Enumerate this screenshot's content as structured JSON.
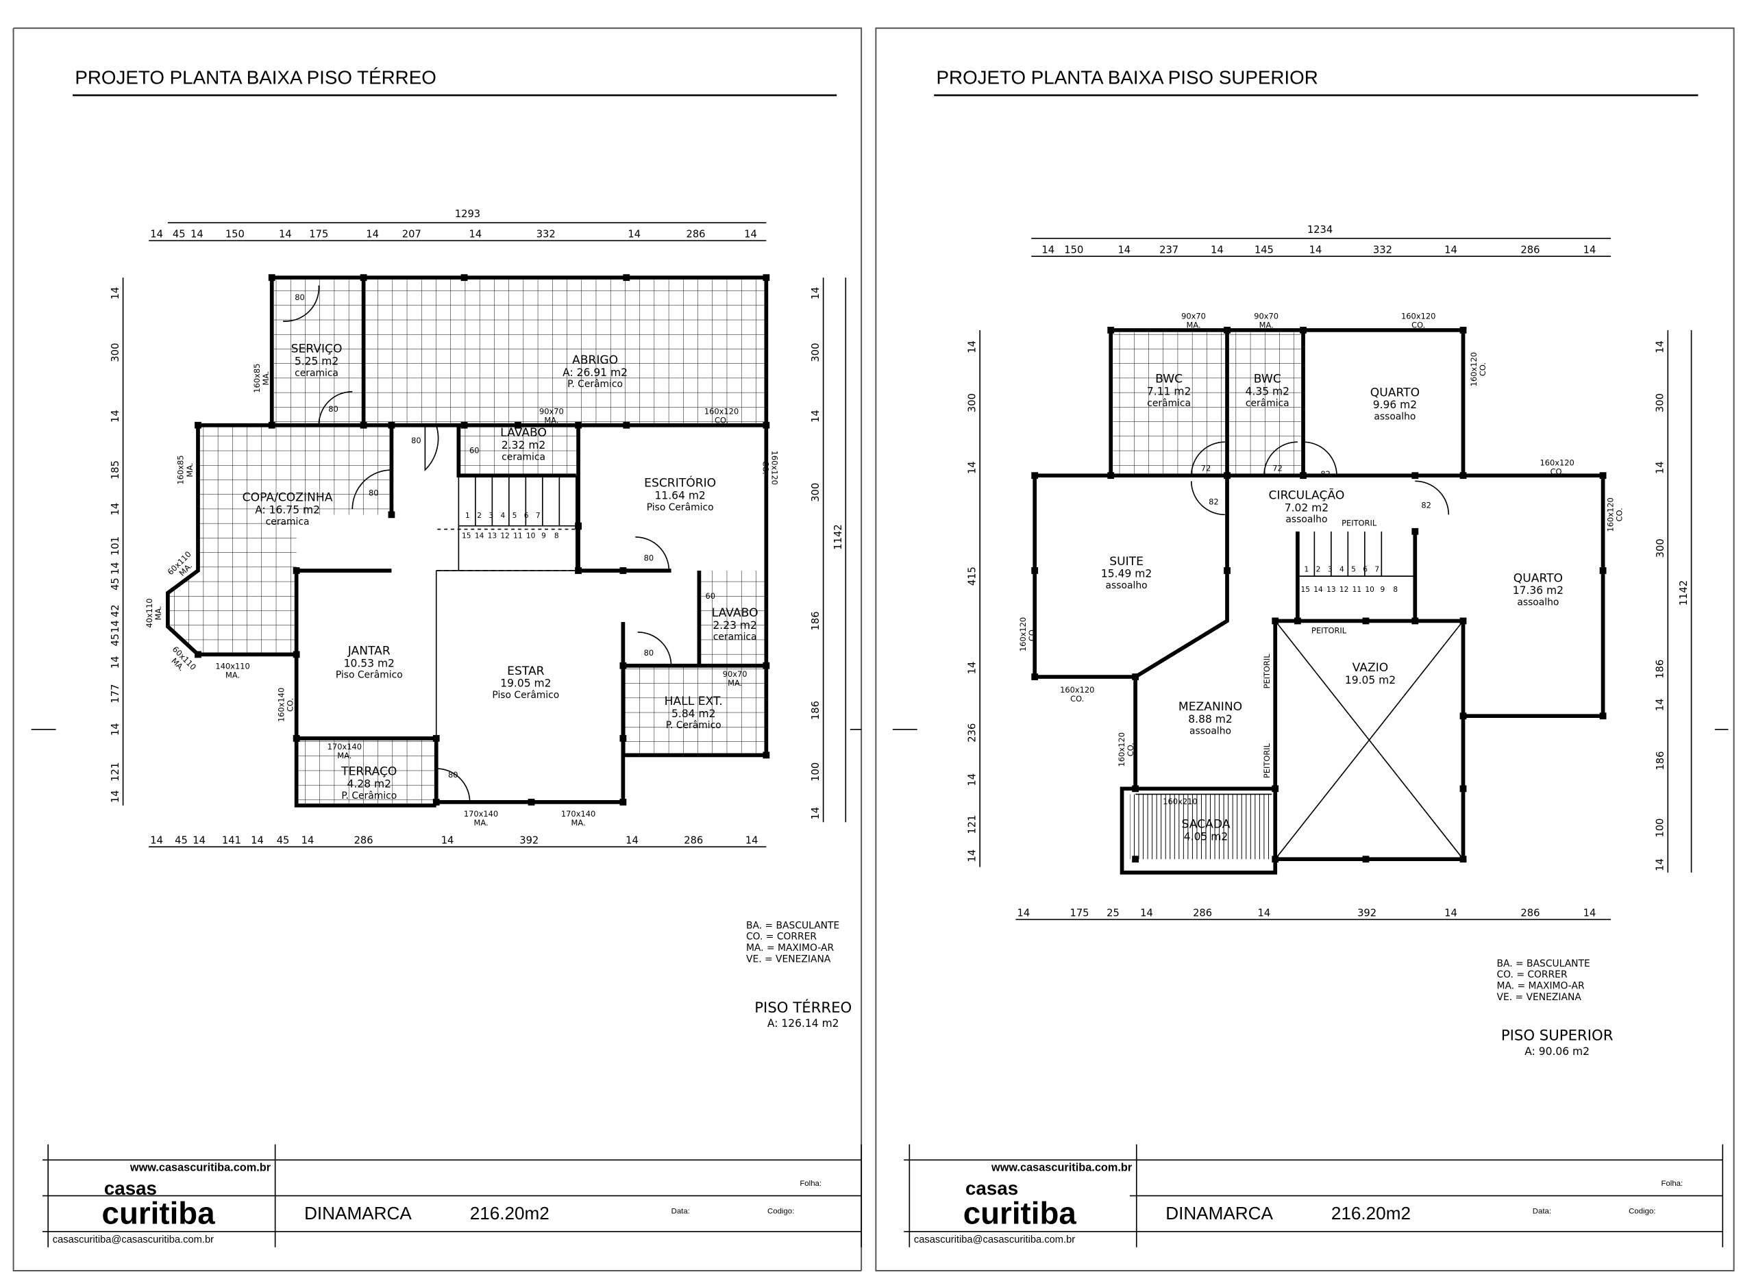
{
  "sheets": [
    {
      "title": "PROJETO PLANTA BAIXA PISO TÉRREO",
      "total_dim": "1293",
      "top_dims": [
        "14",
        "45",
        "14",
        "150",
        "14",
        "175",
        "14",
        "207",
        "14",
        "332",
        "14",
        "286",
        "14"
      ],
      "bottom_dims": [
        "14",
        "45",
        "14",
        "141",
        "14",
        "45",
        "14",
        "286",
        "14",
        "392",
        "14",
        "286",
        "14"
      ],
      "left_dims": [
        "14",
        "300",
        "14",
        "185",
        "14",
        "101",
        "14",
        "45",
        "42",
        "14",
        "45",
        "14",
        "177",
        "14",
        "121",
        "14"
      ],
      "right_dims": [
        "14",
        "300",
        "14",
        "300",
        "186",
        "186",
        "100",
        "14"
      ],
      "right_total": "1142",
      "rooms": [
        {
          "name": "SERVIÇO",
          "area": "5.25 m2",
          "finish": "ceramica"
        },
        {
          "name": "ABRIGO",
          "area": "A: 26.91 m2",
          "finish": "P. Cerâmico"
        },
        {
          "name": "LAVABO",
          "area": "2.32 m2",
          "finish": "ceramica"
        },
        {
          "name": "ESCRITÓRIO",
          "area": "11.64 m2",
          "finish": "Piso Cerâmico"
        },
        {
          "name": "COPA/COZINHA",
          "area": "A: 16.75 m2",
          "finish": "ceramica"
        },
        {
          "name": "JANTAR",
          "area": "10.53 m2",
          "finish": "Piso Cerâmico"
        },
        {
          "name": "ESTAR",
          "area": "19.05 m2",
          "finish": "Piso Cerâmico"
        },
        {
          "name": "LAVABO",
          "area": "2.23 m2",
          "finish": "ceramica"
        },
        {
          "name": "HALL EXT.",
          "area": "5.84 m2",
          "finish": "P. Cerâmico"
        },
        {
          "name": "TERRAÇO",
          "area": "4.28 m2",
          "finish": "P. Cerâmico"
        }
      ],
      "annotations": [
        "80",
        "80",
        "80",
        "80",
        "60",
        "80",
        "80",
        "80",
        "60",
        "160x85 MA.",
        "90x70 MA.",
        "160x120 CO.",
        "160x120 CO.",
        "160x85 MA.",
        "60x110 MA.",
        "40x110 MA.",
        "60x110 MA.",
        "140x110 MA.",
        "160x140 CO.",
        "170x140 MA.",
        "170x140 MA.",
        "170x140 MA.",
        "90x70 MA."
      ],
      "stairs_top": [
        "1",
        "2",
        "3",
        "4",
        "5",
        "6",
        "7"
      ],
      "stairs_bottom": [
        "15",
        "14",
        "13",
        "12",
        "11",
        "10",
        "9",
        "8"
      ],
      "legend": [
        "BA. = BASCULANTE",
        "CO. = CORRER",
        "MA. = MAXIMO-AR",
        "VE. = VENEZIANA"
      ],
      "floor_label": "PISO TÉRREO",
      "floor_area": "A: 126.14 m2"
    },
    {
      "title": "PROJETO PLANTA BAIXA PISO SUPERIOR",
      "total_dim": "1234",
      "top_dims": [
        "14",
        "150",
        "14",
        "237",
        "14",
        "145",
        "14",
        "332",
        "14",
        "286",
        "14"
      ],
      "bottom_dims": [
        "14",
        "175",
        "25",
        "14",
        "286",
        "14",
        "392",
        "14",
        "286",
        "14"
      ],
      "left_dims": [
        "14",
        "300",
        "14",
        "415",
        "14",
        "236",
        "14",
        "121",
        "14"
      ],
      "right_dims": [
        "14",
        "300",
        "14",
        "300",
        "186",
        "14",
        "186",
        "100",
        "14"
      ],
      "right_total": "1142",
      "rooms": [
        {
          "name": "BWC",
          "area": "7.11 m2",
          "finish": "cerâmica"
        },
        {
          "name": "BWC",
          "area": "4.35 m2",
          "finish": "cerâmica"
        },
        {
          "name": "QUARTO",
          "area": "9.96 m2",
          "finish": "assoalho"
        },
        {
          "name": "CIRCULAÇÃO",
          "area": "7.02 m2",
          "finish": "assoalho"
        },
        {
          "name": "SUITE",
          "area": "15.49 m2",
          "finish": "assoalho"
        },
        {
          "name": "QUARTO",
          "area": "17.36 m2",
          "finish": "assoalho"
        },
        {
          "name": "VAZIO",
          "area": "19.05 m2",
          "finish": ""
        },
        {
          "name": "MEZANINO",
          "area": "8.88 m2",
          "finish": "assoalho"
        },
        {
          "name": "SACADA",
          "area": "4.05 m2",
          "finish": ""
        }
      ],
      "annotations": [
        "90x70 MA.",
        "90x70 MA.",
        "160x120 CO.",
        "160x120 CO.",
        "72",
        "72",
        "82",
        "82",
        "82",
        "160x120 CO.",
        "160x120 CO.",
        "PEITORIL",
        "PEITORIL",
        "PEITORIL",
        "PEITORIL",
        "160x120 CO.",
        "160x120 CO.",
        "160x120 CO.",
        "160x210"
      ],
      "stairs_top": [
        "1",
        "2",
        "3",
        "4",
        "5",
        "6",
        "7"
      ],
      "stairs_bottom": [
        "15",
        "14",
        "13",
        "12",
        "11",
        "10",
        "9",
        "8"
      ],
      "legend": [
        "BA. = BASCULANTE",
        "CO. = CORRER",
        "MA. = MAXIMO-AR",
        "VE. = VENEZIANA"
      ],
      "floor_label": "PISO SUPERIOR",
      "floor_area": "A: 90.06 m2"
    }
  ],
  "title_block": {
    "website": "www.casascuritiba.com.br",
    "logo_small": "casas",
    "logo_big": "curitiba",
    "email": "casascuritiba@casascuritiba.com.br",
    "project": "DINAMARCA",
    "area": "216.20m2",
    "folha_label": "Folha:",
    "data_label": "Data:",
    "codigo_label": "Codigo:"
  }
}
